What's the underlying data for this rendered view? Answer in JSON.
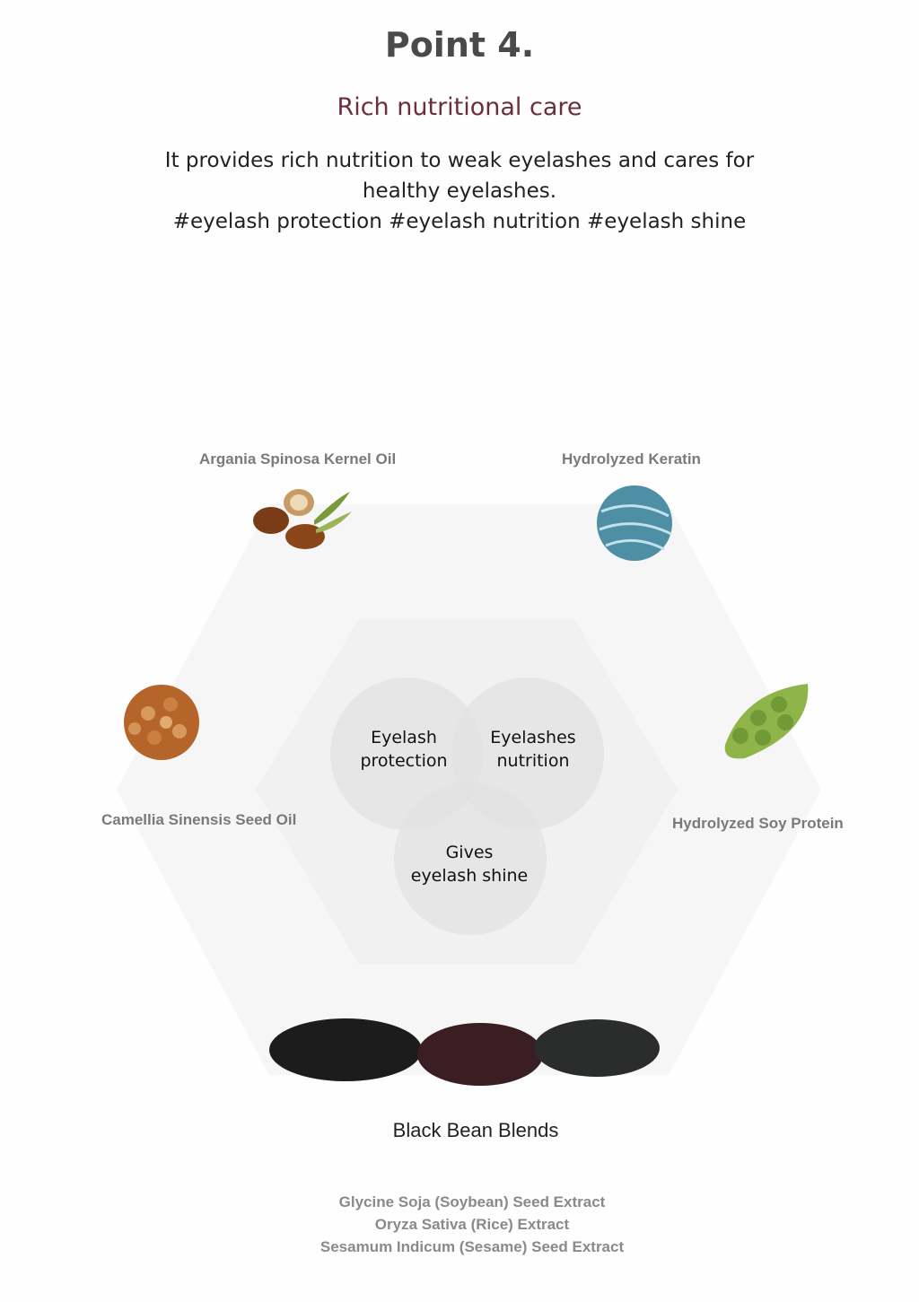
{
  "title": "Point 4.",
  "subtitle": "Rich nutritional care",
  "description": [
    "It provides rich nutrition to weak eyelashes and cares for",
    "healthy eyelashes.",
    "#eyelash protection #eyelash nutrition #eyelash shine"
  ],
  "ingredients": {
    "top_left": "Argania Spinosa Kernel Oil",
    "top_right": "Hydrolyzed Keratin",
    "left": "Camellia Sinensis Seed Oil",
    "right": "Hydrolyzed Soy Protein",
    "bottom": "Black Bean Blends"
  },
  "benefits": {
    "protection": [
      "Eyelash",
      "protection"
    ],
    "nutrition": [
      "Eyelashes",
      "nutrition"
    ],
    "shine": [
      "Gives",
      "eyelash shine"
    ]
  },
  "blend_list": [
    "Glycine Soja (Soybean) Seed Extract",
    "Oryza Sativa (Rice) Extract",
    "Sesamum Indicum (Sesame) Seed Extract"
  ]
}
